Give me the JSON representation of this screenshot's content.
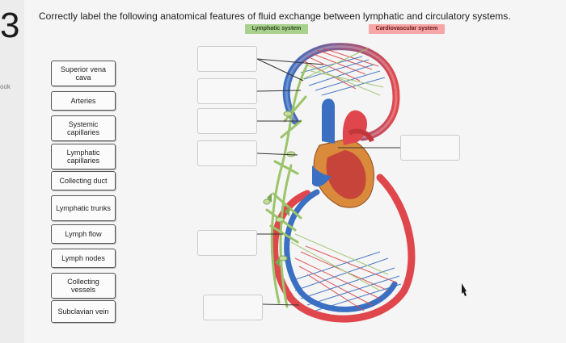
{
  "question": {
    "number": "3",
    "side_label": "ook",
    "prompt": "Correctly label the following anatomical features of fluid exchange between lymphatic and circulatory systems."
  },
  "legend": {
    "lymphatic": "Lymphatic system",
    "cardiovascular": "Cardiovascular system",
    "lymphatic_color": "#a9d18e",
    "cardiovascular_color": "#f6a6a6"
  },
  "terms": [
    "Superior vena cava",
    "Arteries",
    "Systemic capillaries",
    "Lymphatic capillaries",
    "Collecting duct",
    "Lymphatic trunks",
    "Lymph flow",
    "Lymph nodes",
    "Collecting vessels",
    "Subclavian vein"
  ],
  "colors": {
    "artery": "#e0474c",
    "vein": "#3b6fc2",
    "lymph": "#9cc46b",
    "heart": "#c2373a"
  }
}
